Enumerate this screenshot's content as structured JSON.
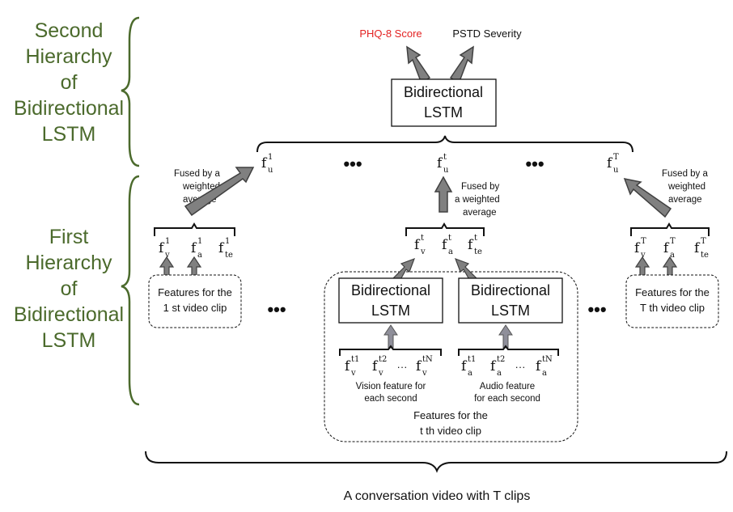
{
  "hierarchy_labels": {
    "second": [
      "Second",
      "Hierarchy",
      "of",
      "Bidirectional",
      "LSTM"
    ],
    "first": [
      "First",
      "Hierarchy",
      "of",
      "Bidirectional",
      "LSTM"
    ]
  },
  "outputs": {
    "phq": "PHQ-8 Score",
    "pstd": "PSTD Severity"
  },
  "top_lstm": [
    "Bidirectional",
    "LSTM"
  ],
  "fused_label": [
    "Fused by  a",
    "weighted",
    "average"
  ],
  "fused_label_center": [
    "Fused by",
    "a weighted",
    "average"
  ],
  "f_base": "f",
  "u_nodes": [
    {
      "sup": "1",
      "sub": "u"
    },
    {
      "sup": "t",
      "sub": "u"
    },
    {
      "sup": "T",
      "sub": "u"
    }
  ],
  "ellipsis": "•••",
  "clip1": {
    "feats": [
      {
        "sup": "1",
        "sub": "v"
      },
      {
        "sup": "1",
        "sub": "a"
      },
      {
        "sup": "1",
        "sub": "te"
      }
    ],
    "label": [
      "Features for the",
      "1 st video clip"
    ]
  },
  "clipT": {
    "feats": [
      {
        "sup": "T",
        "sub": "v"
      },
      {
        "sup": "T",
        "sub": "a"
      },
      {
        "sup": "T",
        "sub": "te"
      }
    ],
    "label": [
      "Features for the",
      "T th video clip"
    ]
  },
  "clipt": {
    "feats": [
      {
        "sup": "t",
        "sub": "v"
      },
      {
        "sup": "t",
        "sub": "a"
      },
      {
        "sup": "t",
        "sub": "te"
      }
    ],
    "lstm_left": [
      "Bidirectional",
      "LSTM"
    ],
    "lstm_right": [
      "Bidirectional",
      "LSTM"
    ],
    "vision_feats": [
      {
        "sup": "t1",
        "sub": "v"
      },
      {
        "sup": "t2",
        "sub": "v"
      },
      {
        "sup": "tN",
        "sub": "v"
      }
    ],
    "audio_feats": [
      {
        "sup": "t1",
        "sub": "a"
      },
      {
        "sup": "t2",
        "sub": "a"
      },
      {
        "sup": "tN",
        "sub": "a"
      }
    ],
    "inner_dots": "···",
    "vision_label": [
      "Vision feature for",
      "each second"
    ],
    "audio_label": [
      "Audio feature",
      "for each second"
    ],
    "label": [
      "Features for the",
      "t th video clip"
    ]
  },
  "caption": "A conversation video with T clips",
  "colors": {
    "green_text": "#4b6a2c",
    "red_text": "#e32222",
    "arrow_fill": "#808080",
    "arrow_stroke": "#404040",
    "brace_green": "#4b6a2c"
  }
}
